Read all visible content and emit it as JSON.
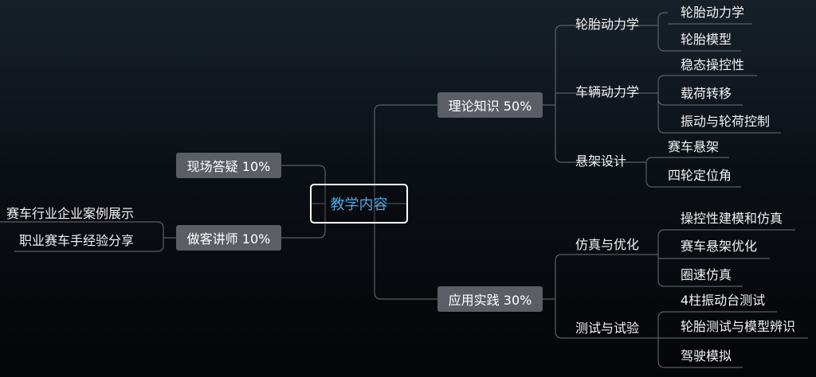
{
  "center": {
    "label": "教学内容"
  },
  "right": [
    {
      "label": "理论知识 50%",
      "groups": [
        {
          "label": "轮胎动力学",
          "items": [
            "轮胎动力学",
            "轮胎模型"
          ]
        },
        {
          "label": "车辆动力学",
          "items": [
            "稳态操控性",
            "载荷转移",
            "振动与轮荷控制"
          ]
        },
        {
          "label": "悬架设计",
          "items": [
            "赛车悬架",
            "四轮定位角"
          ]
        }
      ]
    },
    {
      "label": "应用实践 30%",
      "groups": [
        {
          "label": "仿真与优化",
          "items": [
            "操控性建模和仿真",
            "赛车悬架优化",
            "圈速仿真"
          ]
        },
        {
          "label": "测试与试验",
          "items": [
            "4柱振动台测试",
            "轮胎测试与模型辨识",
            "驾驶模拟"
          ]
        }
      ]
    }
  ],
  "left": [
    {
      "label": "现场答疑 10%",
      "items": []
    },
    {
      "label": "做客讲师 10%",
      "items": [
        "赛车行业企业案例展示",
        "职业赛车手经验分享"
      ]
    }
  ]
}
